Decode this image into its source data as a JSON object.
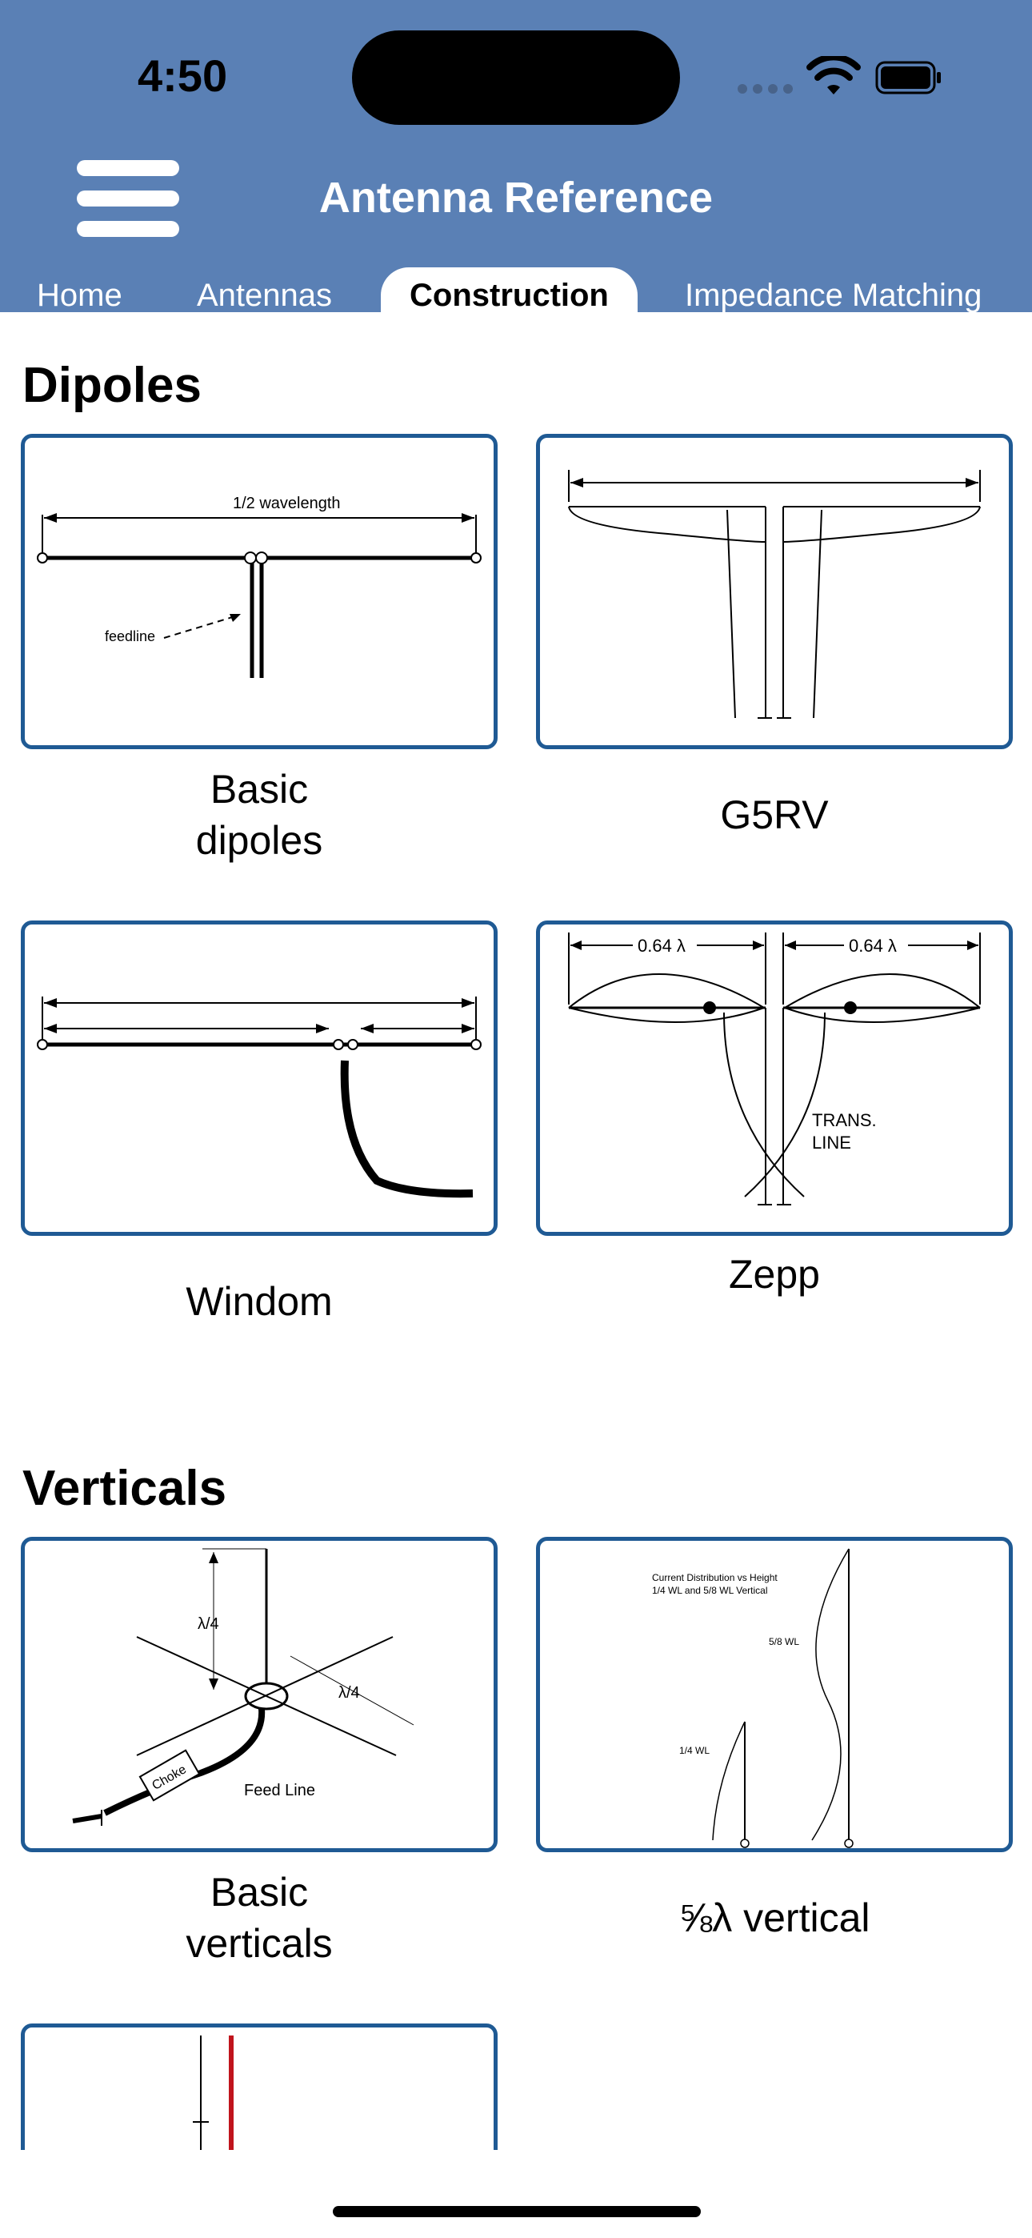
{
  "status": {
    "time": "4:50"
  },
  "nav": {
    "title": "Antenna Reference",
    "menu_icon": "hamburger-menu-icon"
  },
  "tabs": [
    {
      "label": "Home",
      "active": false
    },
    {
      "label": "Antennas",
      "active": false
    },
    {
      "label": "Construction",
      "active": true
    },
    {
      "label": "Impedance Matching",
      "active": false
    }
  ],
  "sections": [
    {
      "title": "Dipoles",
      "items": [
        {
          "caption_line1": "Basic",
          "caption_line2": "dipoles",
          "diagram_labels": [
            "1/2 wavelength",
            "feedline"
          ]
        },
        {
          "caption_line1": "G5RV",
          "caption_line2": ""
        },
        {
          "caption_line1": "Windom",
          "caption_line2": ""
        },
        {
          "caption_line1": "Zepp",
          "caption_line2": "",
          "diagram_labels": [
            "0.64 λ",
            "0.64 λ",
            "TRANS.",
            "LINE"
          ]
        }
      ]
    },
    {
      "title": "Verticals",
      "items": [
        {
          "caption_line1": "Basic",
          "caption_line2": "verticals",
          "diagram_labels": [
            "λ/4",
            "λ/4",
            "Feed Line",
            "Choke"
          ]
        },
        {
          "caption_line1": "⅝λ vertical",
          "caption_line2": "",
          "diagram_labels": [
            "Current Distribution vs Height",
            "1/4 WL and 5/8 WL Vertical",
            "5/8 WL",
            "1/4 WL"
          ]
        },
        {
          "caption_line1": "",
          "caption_line2": ""
        }
      ]
    }
  ]
}
